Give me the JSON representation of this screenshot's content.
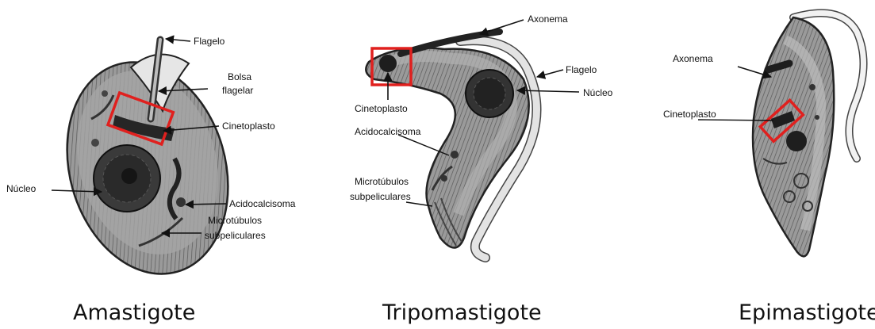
{
  "colors": {
    "highlight_box": "#e0201e",
    "cell_body": "#8d8d8d",
    "nucleus": "#2e2e2e",
    "flagellum": "#d9d9d9",
    "ink": "#111111"
  },
  "panels": [
    {
      "caption": "Amastigote",
      "labels": {
        "flagelo": "Flagelo",
        "bolsa_1": "Bolsa",
        "bolsa_2": "flagelar",
        "cinetoplasto": "Cinetoplasto",
        "nucleo": "Núcleo",
        "acidocalcisoma": "Acidocalcisoma",
        "micro_1": "Microtúbulos",
        "micro_2": "subpeliculares"
      }
    },
    {
      "caption": "Tripomastigote",
      "labels": {
        "axonema": "Axonema",
        "flagelo": "Flagelo",
        "nucleo": "Núcleo",
        "cinetoplasto": "Cinetoplasto",
        "acidocalcisoma": "Acidocalcisoma",
        "micro_1": "Microtúbulos",
        "micro_2": "subpeliculares"
      }
    },
    {
      "caption": "Epimastigote",
      "labels": {
        "axonema": "Axonema",
        "cinetoplasto": "Cinetoplasto"
      }
    }
  ]
}
